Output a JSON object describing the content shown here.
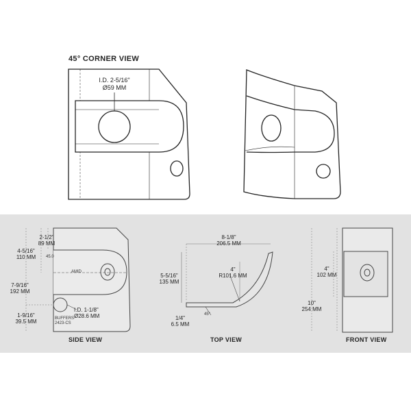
{
  "top": {
    "corner_view_title": "45° CORNER VIEW",
    "id_label_line1": "I.D. 2-5/16\"",
    "id_label_line2": "Ø59 MM"
  },
  "side_view": {
    "title": "SIDE VIEW",
    "dim_a_in": "2-1/2\"",
    "dim_a_mm": "89 MM",
    "dim_b_in": "4-5/16\"",
    "dim_b_mm": "110 MM",
    "dim_c_in": "7-9/16\"",
    "dim_c_mm": "192 MM",
    "dim_d_in": "1-9/16\"",
    "dim_d_mm": "39.5 MM",
    "angle": "45.0",
    "id_in": "I.D. 1-1/8\"",
    "id_mm": "Ø28.6 MM",
    "brand_line1": "BUFFERS",
    "brand_line2": "2423-CS",
    "mid_text": "AMID"
  },
  "top_view": {
    "title": "TOP VIEW",
    "width_in": "8-1/8\"",
    "width_mm": "206.5 MM",
    "height_in": "5-5/16\"",
    "height_mm": "135 MM",
    "radius_in": "4\"",
    "radius_mm": "R101.6 MM",
    "thick_in": "1/4\"",
    "thick_mm": "6.5 MM",
    "angle": "45°"
  },
  "front_view": {
    "title": "FRONT VIEW",
    "inner_in": "4\"",
    "inner_mm": "102 MM",
    "outer_in": "10\"",
    "outer_mm": "254 MM"
  }
}
